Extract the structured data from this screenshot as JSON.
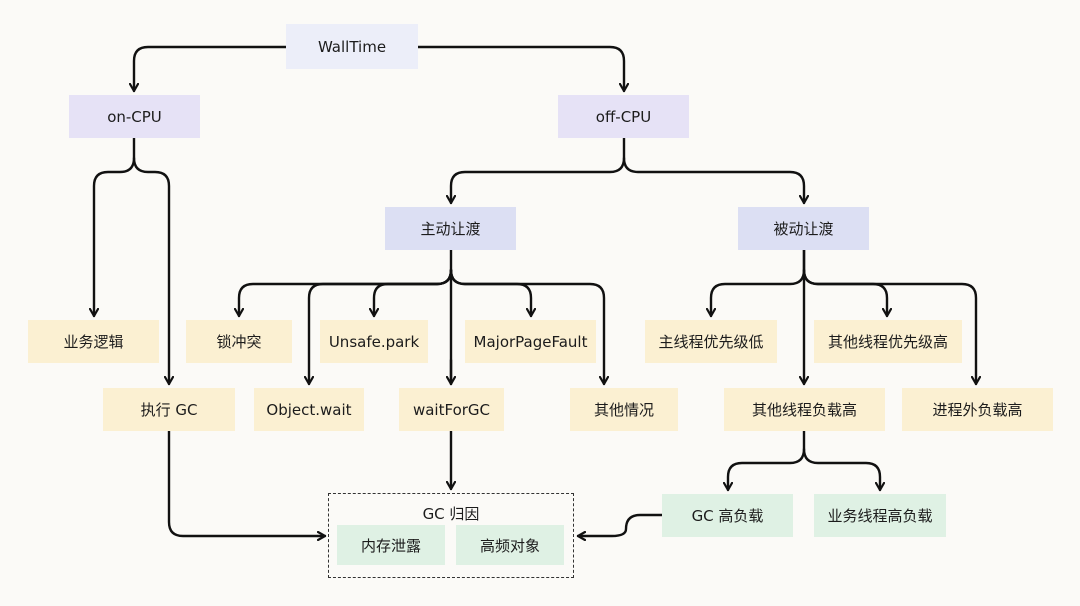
{
  "diagram": {
    "nodes": {
      "walltime": "WallTime",
      "on_cpu": "on-CPU",
      "off_cpu": "off-CPU",
      "business_logic": "业务逻辑",
      "exec_gc": "执行 GC",
      "voluntary_yield": "主动让渡",
      "involuntary_yield": "被动让渡",
      "lock_conflict": "锁冲突",
      "unsafe_park": "Unsafe.park",
      "major_page_fault": "MajorPageFault",
      "object_wait": "Object.wait",
      "wait_for_gc": "waitForGC",
      "other_cases": "其他情况",
      "main_thread_low_priority": "主线程优先级低",
      "other_thread_high_priority": "其他线程优先级高",
      "other_thread_high_load": "其他线程负载高",
      "external_process_high_load": "进程外负载高",
      "gc_high_load": "GC 高负载",
      "business_thread_high_load": "业务线程高负载"
    },
    "gc_attribution": {
      "title": "GC 归因",
      "items": [
        "内存泄露",
        "高频对象"
      ]
    }
  }
}
